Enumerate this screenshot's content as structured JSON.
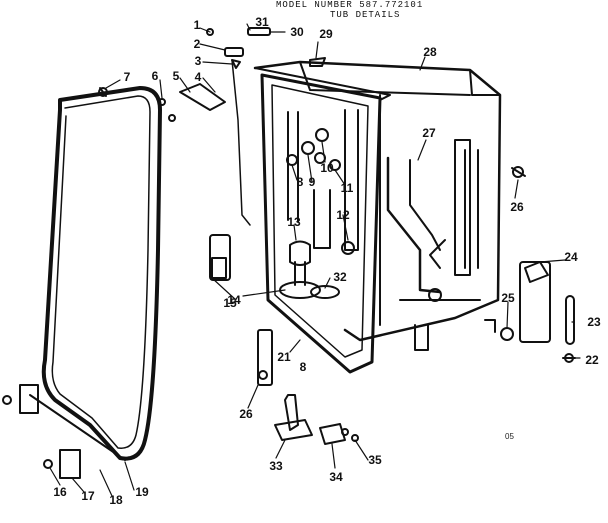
{
  "header": {
    "model": "MODEL NUMBER 587.772101",
    "subtitle": "TUB DETAILS"
  },
  "callouts": {
    "c1": "1",
    "c2": "2",
    "c3": "3",
    "c4": "4",
    "c5": "5",
    "c6": "6",
    "c7": "7",
    "c8a": "8",
    "c8b": "8",
    "c9": "9",
    "c10": "10",
    "c11": "11",
    "c12": "12",
    "c13": "13",
    "c14": "14",
    "c15": "15",
    "c16": "16",
    "c17": "17",
    "c18": "18",
    "c19": "19",
    "c21": "21",
    "c22": "22",
    "c23": "23",
    "c24": "24",
    "c25": "25",
    "c26": "26",
    "c27": "27",
    "c28": "28",
    "c29": "29",
    "c30": "30",
    "c31": "31",
    "c32": "32",
    "c33": "33",
    "c34": "34",
    "c35": "35",
    "c26b": "26"
  },
  "footer": {
    "code": "05"
  }
}
